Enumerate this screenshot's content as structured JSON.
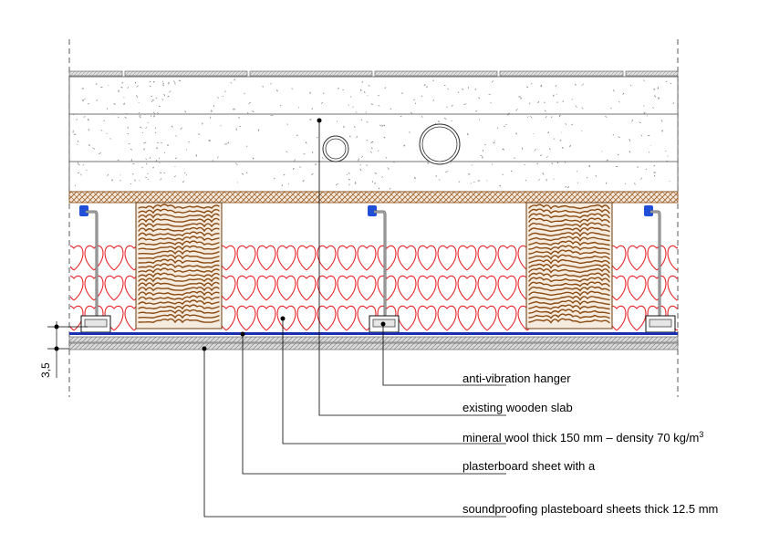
{
  "labels": {
    "hanger": "anti-vibration hanger",
    "slab": "existing wooden slab",
    "wool_main": "mineral wool thick 150 mm – density 70 kg/m",
    "wool_sup": "3",
    "plaster_a": "plasterboard sheet with a",
    "soundproof": "soundproofing plasteboard sheets thick 12.5 mm"
  },
  "dimension": {
    "value": "3,5"
  },
  "colors": {
    "wool": "#e8262b",
    "wood": "#8a4a12",
    "wood_fill": "#f3e6d6",
    "clip": "#1f4fd6",
    "blue_line": "#1a2fb0",
    "rod": "#808080"
  }
}
